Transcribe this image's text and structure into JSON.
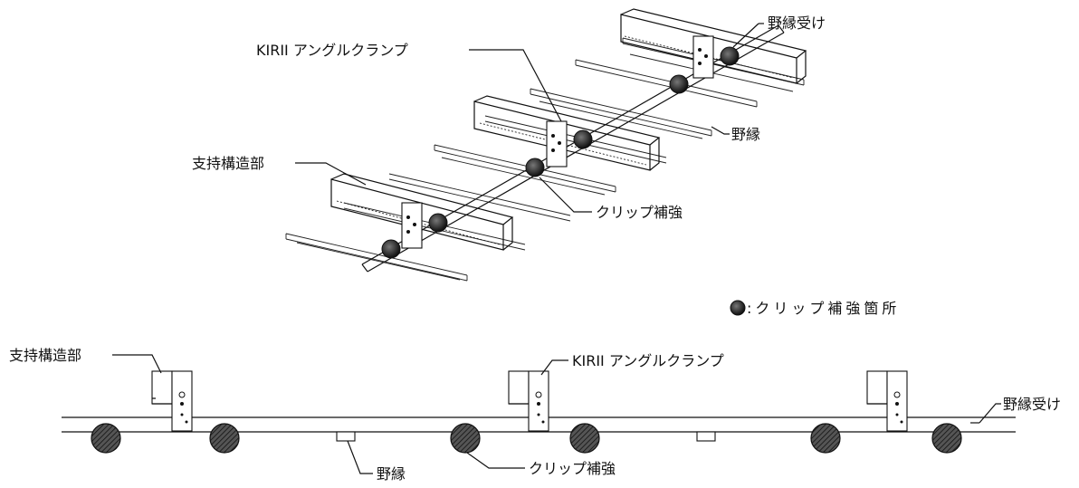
{
  "iso_view": {
    "labels": {
      "noburi_uke": "野縁受け",
      "angle_clamp": "KIRII アングルクランプ",
      "noburi": "野縁",
      "support": "支持構造部",
      "clip_reinforce": "クリップ補強"
    }
  },
  "legend": {
    "text": ":クリップ補強箇所",
    "marker_color": "#333333"
  },
  "elevation_view": {
    "labels": {
      "support": "支持構造部",
      "angle_clamp": "KIRII アングルクランプ",
      "noburi_uke": "野縁受け",
      "noburi": "野縁",
      "clip_reinforce": "クリップ補強"
    }
  },
  "colors": {
    "line": "#111111",
    "hatch_fill": "#2a2a2a",
    "background": "#ffffff"
  }
}
